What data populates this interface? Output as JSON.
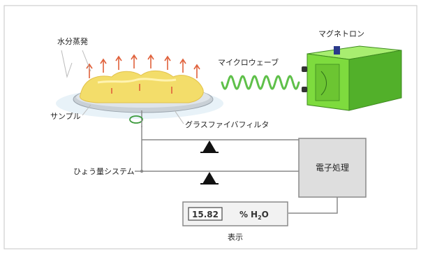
{
  "labels": {
    "water_evaporation": "水分蒸発",
    "sample": "サンプル",
    "glass_fiber_filter": "グラスファイバフィルタ",
    "microwave": "マイクロウェーブ",
    "magnetron": "マグネトロン",
    "weighing_system": "ひょう量システム",
    "electronic_processing": "電子処理",
    "display": "表示"
  },
  "display_readout": {
    "value": "15.82",
    "unit_prefix": "%",
    "unit_h": "H",
    "unit_sub": "2",
    "unit_o": "O"
  },
  "colors": {
    "frame": "#cfcfcf",
    "panel_fill": "#dedede",
    "panel_stroke": "#8a8a8a",
    "wire": "#8a8a8a",
    "sample": "#f3dd6a",
    "dish": "#c9d0d6",
    "steam": "#e0603a",
    "wave": "#5fc04a",
    "magnetron_front": "#7edb3e",
    "magnetron_top": "#a8ee70",
    "magnetron_side": "#52b02a",
    "magnetron_connector": "#2a3a8a",
    "sensor": "#111111",
    "spring": "#3c9a3c"
  },
  "icons": {
    "sensor": "load-cell-triangle-icon",
    "magnetron": "magnetron-box-icon",
    "steam": "steam-arrow-icon"
  }
}
